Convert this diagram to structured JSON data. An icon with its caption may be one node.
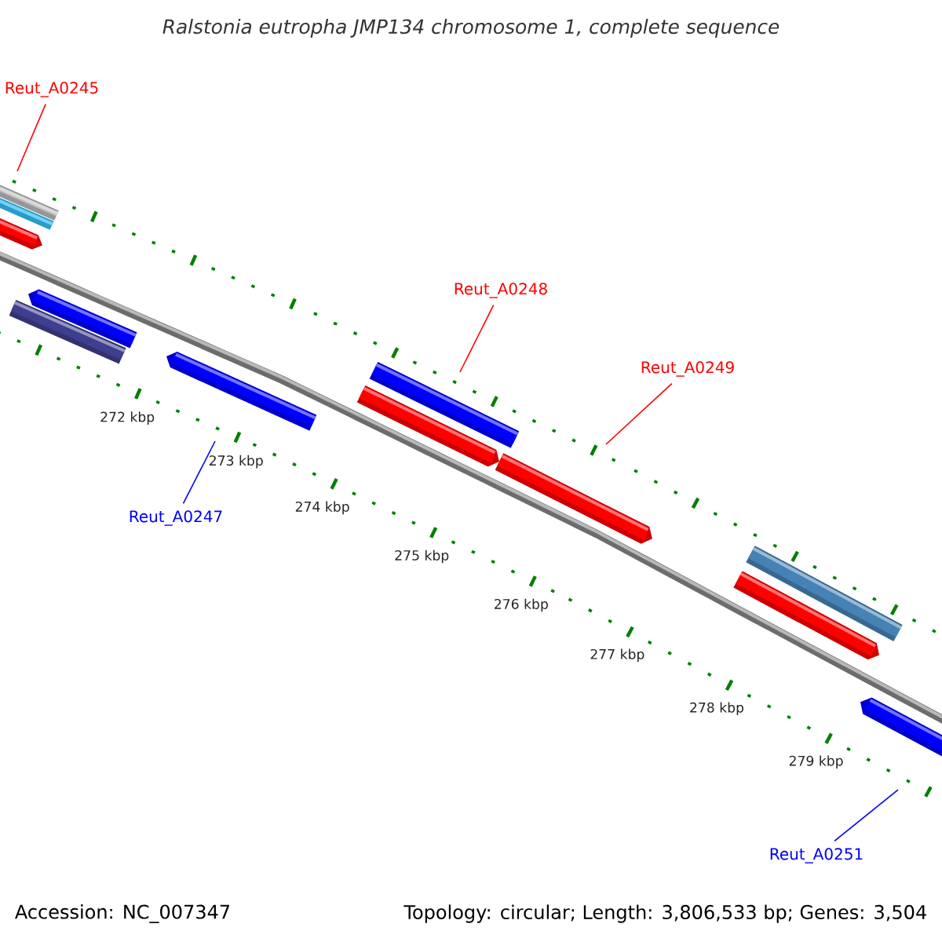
{
  "diagram": {
    "title": "Ralstonia eutropha JMP134 chromosome 1, complete sequence",
    "nodes": [
      {
        "text": [
          "Reut_A0245"
        ]
      },
      {
        "text": [
          "Reut_A0247"
        ]
      },
      {
        "text": [
          "Reut_A0248"
        ]
      },
      {
        "text": [
          "Reut_A0249"
        ]
      },
      {
        "text": [
          "Reut_A0251"
        ]
      }
    ],
    "edges": [
      {
        "from": 0,
        "to": null,
        "arrow": "none"
      },
      {
        "from": 1,
        "to": null,
        "arrow": "none",
        "color": "#0000ff"
      },
      {
        "from": 2,
        "to": null,
        "arrow": "none"
      },
      {
        "from": 3,
        "to": null,
        "arrow": "none"
      },
      {
        "from": 4,
        "to": null,
        "arrow": "none",
        "color": "#0000ff"
      }
    ],
    "labels": [
      "272 kbp",
      "273 kbp",
      "274 kbp",
      "275 kbp",
      "276 kbp",
      "277 kbp",
      "278 kbp",
      "279 kbp",
      "Accession: NC_007347",
      "Topology: circular; Length: 3,806,533 bp; Genes: 3,504"
    ]
  }
}
